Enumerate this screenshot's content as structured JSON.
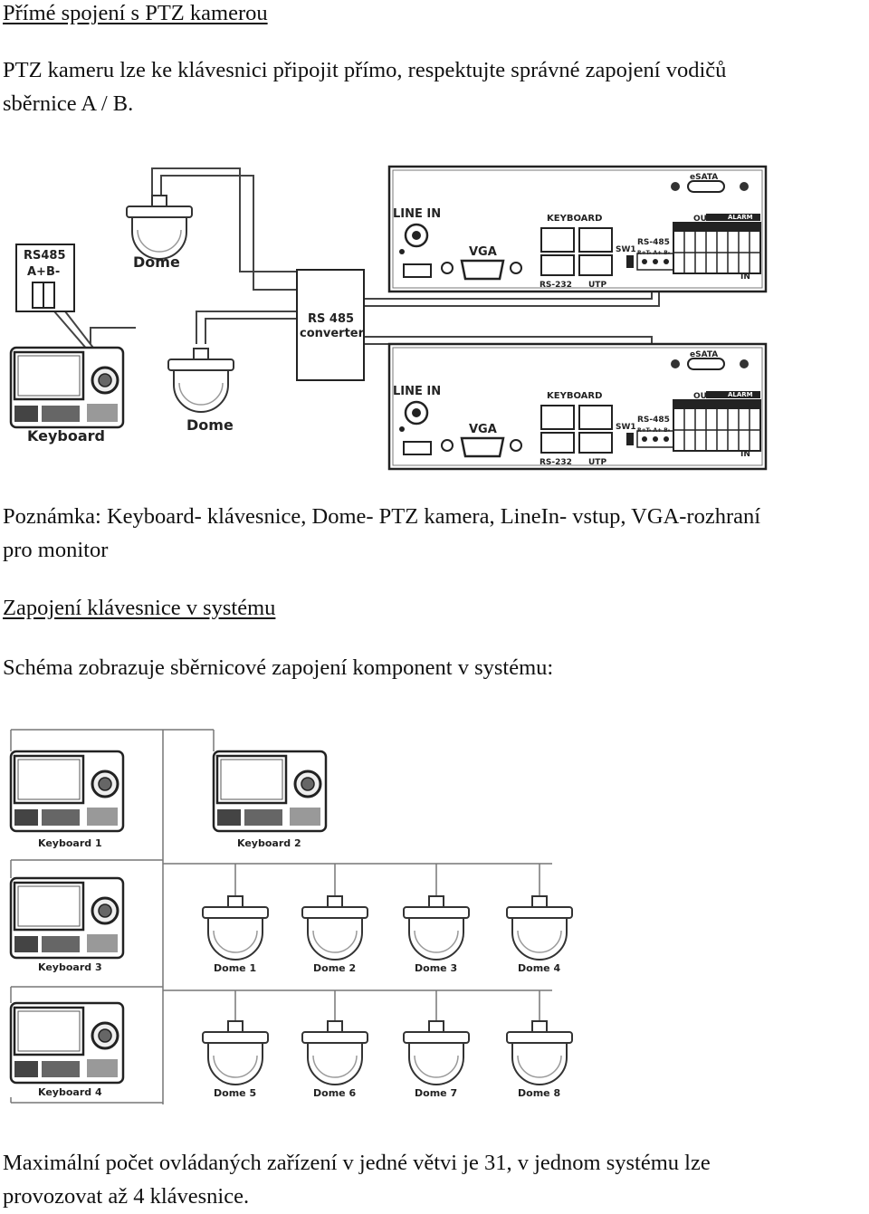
{
  "doc": {
    "heading1": "Přímé spojení s PTZ kamerou",
    "para1_line1": "PTZ kameru lze ke klávesnici připojit přímo, respektujte správné zapojení vodičů",
    "para1_line2": "sběrnice A / B.",
    "note_line1": "Poznámka: Keyboard- klávesnice, Dome- PTZ kamera, LineIn- vstup, VGA-rozhraní",
    "note_line2": "pro monitor",
    "heading2": "Zapojení klávesnice v systému",
    "para2": "Schéma zobrazuje sběrnicové zapojení komponent v systému:",
    "final_line1": "Maximální počet ovládaných zařízení v jedné větvi je 31, v jednom systému lze",
    "final_line2": "provozovat až 4 klávesnice."
  },
  "diagram1": {
    "rs485_label": "RS485",
    "rs485_ab": "A+B-",
    "dome_label": "Dome",
    "keyboard_label": "Keyboard",
    "converter_line1": "RS 485",
    "converter_line2": "converter",
    "dvr": {
      "esata": "eSATA",
      "line_in": "LINE IN",
      "keyboard": "KEYBOARD",
      "vga": "VGA",
      "out": "OUT",
      "alarm": "ALARM",
      "sw1": "SW1",
      "rs485": "RS-485",
      "rs485_pins": "R+T- A+ B-",
      "rs232": "RS-232",
      "utp": "UTP",
      "in": "IN"
    }
  },
  "diagram2": {
    "keyboards": [
      "Keyboard 1",
      "Keyboard 2",
      "Keyboard 3",
      "Keyboard 4"
    ],
    "domes": [
      "Dome 1",
      "Dome 2",
      "Dome 3",
      "Dome 4",
      "Dome 5",
      "Dome 6",
      "Dome 7",
      "Dome 8"
    ]
  }
}
